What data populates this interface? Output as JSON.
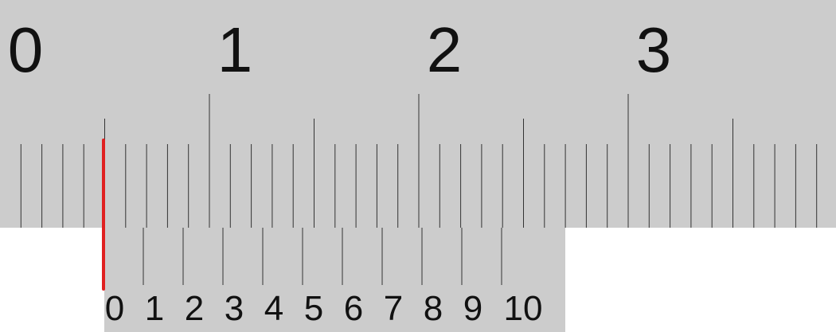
{
  "main_scale": {
    "labels": [
      "0",
      "1",
      "2",
      "3"
    ],
    "minor_divisions_per_unit": 10,
    "visible_units": 4
  },
  "vernier_scale": {
    "labels": [
      "0",
      "1",
      "2",
      "3",
      "4",
      "5",
      "6",
      "7",
      "8",
      "9",
      "10"
    ],
    "divisions": 10
  },
  "reading": {
    "vernier_zero_position": 0.48
  },
  "colors": {
    "scale_fill": "#cccccc",
    "background": "#ffffff",
    "tick": "#333333",
    "text": "#111111",
    "zero_marker": "#e02020"
  }
}
